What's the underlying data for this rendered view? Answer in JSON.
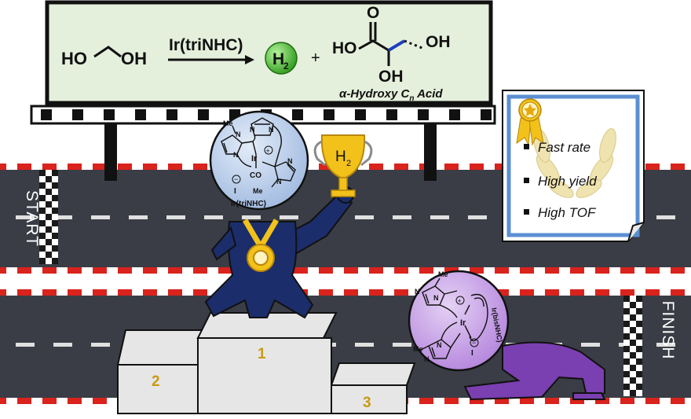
{
  "billboard": {
    "reactant": "HO",
    "reactant_oh": "OH",
    "catalyst": "Ir(triNHC)",
    "h2_main": "H",
    "h2_sub": "2",
    "plus": "+",
    "product_ho": "HO",
    "product_o": "O",
    "product_oh_bottom": "OH",
    "product_oh_right": "OH",
    "product_name_alpha": "α",
    "product_name_main": "-Hydroxy C",
    "product_name_sub": "n",
    "product_name_end": " Acid",
    "colors": {
      "panel": "#e5f0dc",
      "sphere": "#3fae2b",
      "blue_bond": "#1f3fbf"
    }
  },
  "track": {
    "start_label": "START",
    "finish_label": "FINISH",
    "colors": {
      "road": "#3a3d45",
      "stripe_red": "#d9231c",
      "stripe_white": "#ffffff"
    }
  },
  "winner": {
    "head_label": "Ir(triNHC)",
    "me_top": "Me",
    "me_bottom": "Me",
    "ir": "Ir",
    "co": "CO",
    "iodide": "I",
    "n1": "N",
    "n2": "N",
    "n3": "N",
    "n4": "N",
    "n5": "N",
    "n6": "N",
    "plus_sign": "+",
    "minus_sign": "−",
    "trophy_h": "H",
    "trophy_sub": "2",
    "colors": {
      "body": "#1b2d6b",
      "head": "#b9cde8",
      "medal": "#f2c21b",
      "trophy": "#f2c21b"
    }
  },
  "podium": {
    "first": "1",
    "second": "2",
    "third": "3",
    "colors": {
      "fill": "#e6e6e6",
      "numbers": "#c99a12"
    }
  },
  "certificate": {
    "items": [
      "Fast rate",
      "High yield",
      "High TOF"
    ],
    "colors": {
      "border": "#5b8fd1",
      "ribbon": "#f2c21b",
      "laurel": "#efe3b0"
    }
  },
  "loser": {
    "head_label": "Ir(bisNHC)",
    "me_top": "Me",
    "me_bottom": "Me",
    "ir": "Ir",
    "iodide": "I",
    "plus_sign": "+",
    "minus_sign": "−",
    "n1": "N",
    "n2": "N",
    "n3": "N",
    "n4": "N",
    "colors": {
      "body": "#7a3fb0",
      "head": "#c9a3e6"
    }
  }
}
